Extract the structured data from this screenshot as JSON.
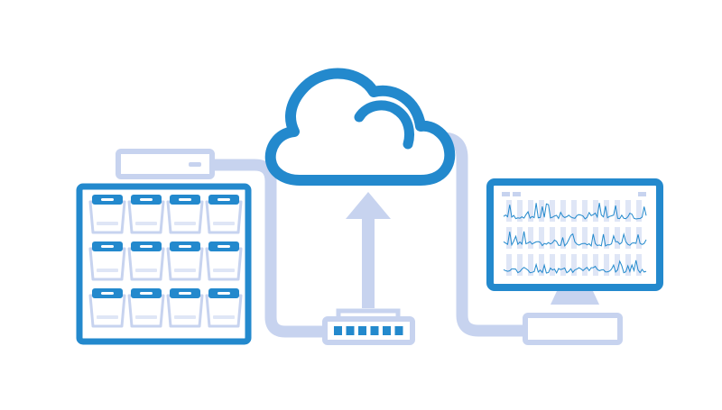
{
  "diagram": {
    "nodes": [
      {
        "id": "server-rack",
        "icon": "server-rack-icon",
        "drive_bays": 12
      },
      {
        "id": "rack-unit",
        "icon": "rack-unit-icon"
      },
      {
        "id": "cloud",
        "icon": "cloud-icon"
      },
      {
        "id": "network-switch",
        "icon": "network-switch-icon",
        "ports": 6
      },
      {
        "id": "monitor",
        "icon": "monitor-icon",
        "chart_rows": 3
      },
      {
        "id": "monitor-base",
        "icon": "monitor-base-icon"
      }
    ],
    "edges": [
      {
        "from": "rack-unit",
        "to": "network-switch",
        "style": "pipe"
      },
      {
        "from": "network-switch",
        "to": "cloud",
        "style": "arrow-up"
      },
      {
        "from": "cloud",
        "to": "monitor-base",
        "style": "pipe"
      }
    ]
  },
  "colors": {
    "primary": "#2389cd",
    "light": "#c7d3ef",
    "lighter": "#dfe6f6",
    "background": "#ffffff"
  }
}
